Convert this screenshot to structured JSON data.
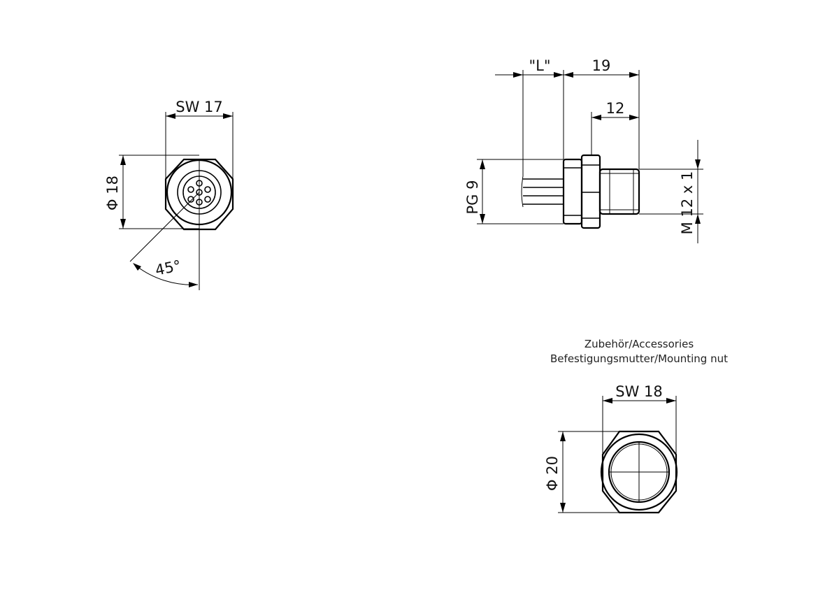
{
  "front_view": {
    "wrench_size": "SW  17",
    "diameter": "Φ  18",
    "angle": "45°"
  },
  "side_view": {
    "length_var": "\"L\"",
    "length_19": "19",
    "length_12": "12",
    "thread_pg": "PG 9",
    "thread_metric": "M 12 x 1"
  },
  "accessories": {
    "heading": "Zubehör/Accessories",
    "item": "Befestigungsmutter/Mounting nut",
    "wrench_size": "SW  18",
    "diameter": "Φ  20"
  }
}
